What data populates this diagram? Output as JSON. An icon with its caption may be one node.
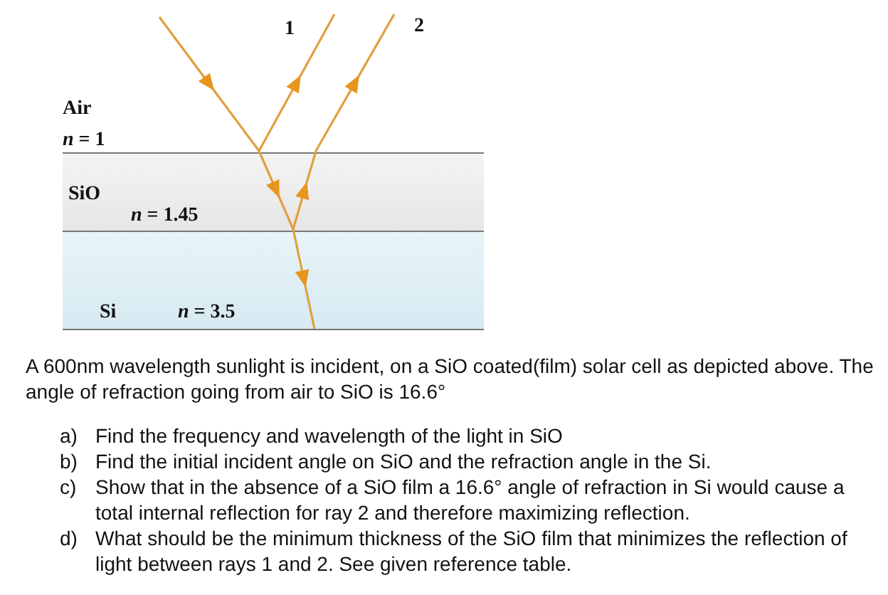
{
  "diagram": {
    "nodes": [
      {
        "text": [
          "SiO",
          "*n* = 1.45"
        ]
      },
      {
        "text": [
          "Si",
          "*n* = 3.5"
        ]
      }
    ],
    "labels": [
      "1",
      "2",
      "Air",
      "*n* = 1",
      "A 600nm wavelength sunlight is incident, on a SiO coated(film) solar cell as depicted above. The angle of refraction going from air to SiO is 16.6°",
      "a)",
      "Find the frequency and wavelength of the light in SiO",
      "b)",
      "Find the initial incident angle on SiO and the refraction angle in the Si.",
      "c)",
      "Show that in the absence of a SiO film a 16.6° angle of refraction in Si would cause a total internal reflection for ray 2 and therefore maximizing reflection.",
      "d)",
      "What should be the minimum thickness of the SiO film that minimizes the reflection of light between rays 1 and 2. See given reference table."
    ]
  }
}
